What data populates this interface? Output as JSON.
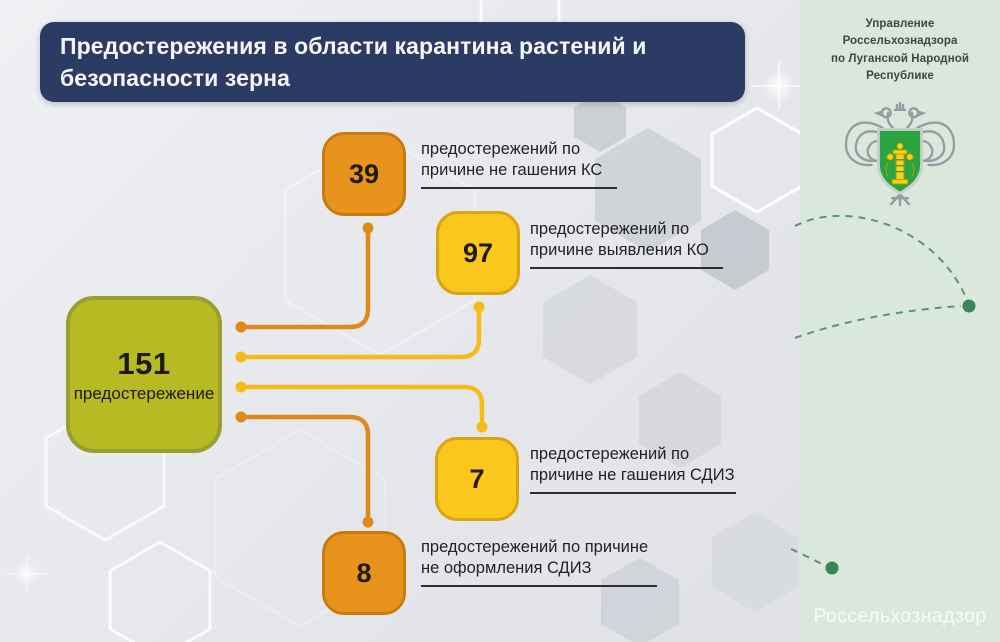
{
  "header": {
    "title": "Предостережения в области карантина растений и безопасности зерна"
  },
  "org_panel": {
    "title_line1": "Управление",
    "title_line2": "Россельхознадзора",
    "title_line3": "по Луганской Народной",
    "title_line4": "Республике",
    "emblem": "rosselkhoznadzor-double-headed-eagle",
    "watermark": "Россельхознадзор"
  },
  "diagram": {
    "total": {
      "value": "151",
      "label": "предостережение"
    },
    "branches": [
      {
        "value": "39",
        "label": "предостережений по причине не гашения КС",
        "variant": "orange"
      },
      {
        "value": "97",
        "label": "предостережений по причине выявления КО",
        "variant": "yellow"
      },
      {
        "value": "7",
        "label": "предостережений по причине не гашения СДИЗ",
        "variant": "yellow"
      },
      {
        "value": "8",
        "label": "предостережений по причине не оформления СДИЗ",
        "variant": "orange"
      }
    ]
  },
  "chart_data": {
    "type": "table",
    "title": "Предостережения в области карантина растений и безопасности зерна",
    "total": 151,
    "categories": [
      "не гашения КС",
      "выявления КО",
      "не гашения СДИЗ",
      "не оформления СДИЗ"
    ],
    "values": [
      39,
      97,
      7,
      8
    ]
  },
  "colors": {
    "header_bg": "#2c3b63",
    "panel_bg": "#d9e7dc",
    "total_fill": "#b7ba22",
    "total_border": "#96a02f",
    "orange_fill": "#e8941c",
    "orange_border": "#c87c10",
    "yellow_fill": "#fcc71d",
    "yellow_border": "#d8a413",
    "line_orange": "#df8a18",
    "line_yellow": "#f6bb17",
    "dashed_green": "#5b9474",
    "dot_green": "#38865a"
  }
}
